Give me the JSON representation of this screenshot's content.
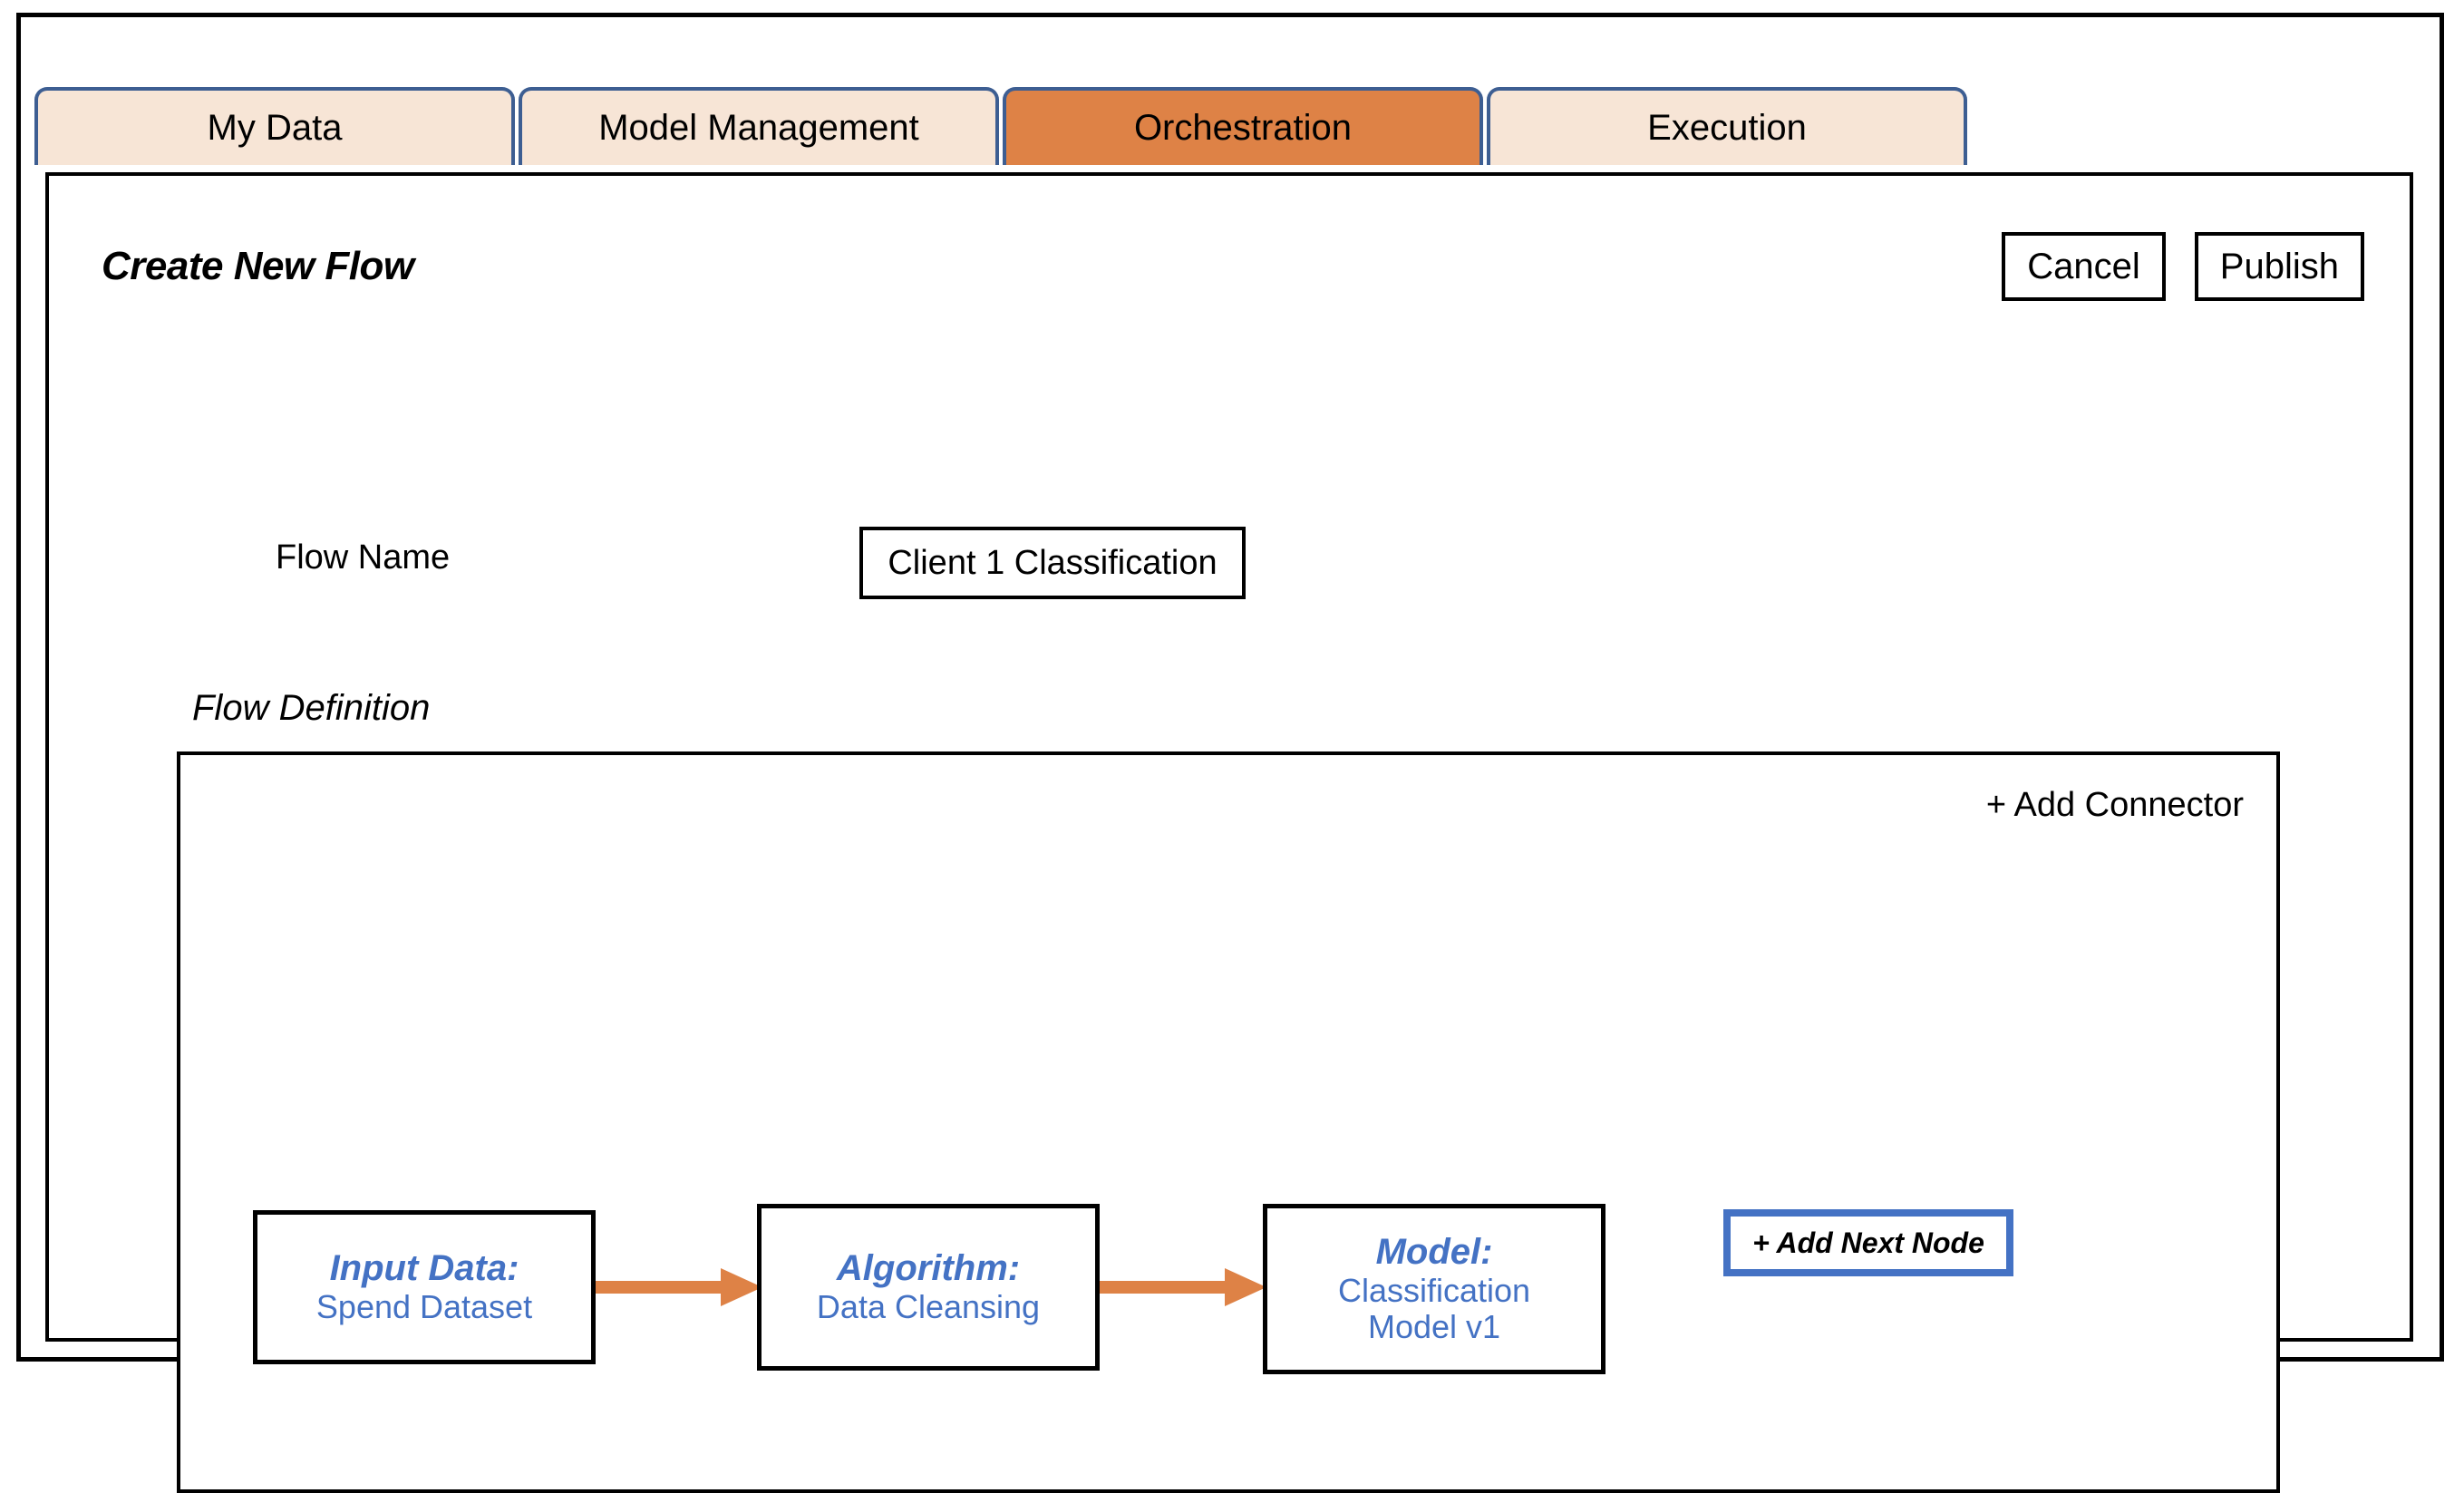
{
  "window": {
    "tabs": [
      {
        "id": "my-data",
        "label": "My Data",
        "active": false
      },
      {
        "id": "model-management",
        "label": "Model Management",
        "active": false
      },
      {
        "id": "orchestration",
        "label": "Orchestration",
        "active": true
      },
      {
        "id": "execution",
        "label": "Execution",
        "active": false
      }
    ]
  },
  "header": {
    "title": "Create New Flow",
    "cancel_label": "Cancel",
    "publish_label": "Publish"
  },
  "form": {
    "flow_name_label": "Flow Name",
    "flow_name_value": "Client 1 Classification"
  },
  "flow_definition": {
    "section_label": "Flow Definition",
    "add_connector_label": "+ Add Connector",
    "add_next_node_label": "+ Add Next Node",
    "nodes": [
      {
        "id": "input-data",
        "title": "Input Data:",
        "subtitle": "Spend Dataset"
      },
      {
        "id": "algorithm",
        "title": "Algorithm:",
        "subtitle": "Data Cleansing"
      },
      {
        "id": "model",
        "title": "Model:",
        "subtitle_line1": "Classification",
        "subtitle_line2": "Model v1"
      }
    ],
    "connectors": [
      {
        "id": "arrow-1",
        "from": "input-data",
        "to": "algorithm"
      },
      {
        "id": "arrow-2",
        "from": "algorithm",
        "to": "model"
      }
    ]
  },
  "colors": {
    "tab_border": "#3D5E92",
    "tab_fill": "#F7E5D6",
    "tab_active_fill": "#DE8246",
    "node_text": "#4472C4",
    "arrow": "#DE8246",
    "frame": "#000000"
  }
}
